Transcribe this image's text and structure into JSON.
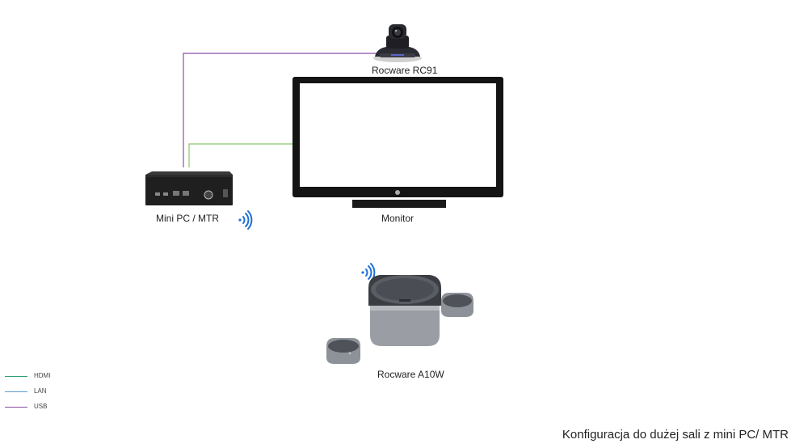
{
  "devices": {
    "camera": {
      "name": "Rocware RC91"
    },
    "monitor": {
      "name": "Monitor"
    },
    "minipc": {
      "name": "Mini PC / MTR"
    },
    "speaker": {
      "name": "Rocware A10W"
    }
  },
  "legend": [
    {
      "label": "HDMI",
      "color": "#2e9d6e"
    },
    {
      "label": "LAN",
      "color": "#5a9fd4"
    },
    {
      "label": "USB",
      "color": "#8a4fa3"
    }
  ],
  "connections": {
    "usb_color": "#8a4fa3",
    "hdmi_color": "#8cc56a"
  },
  "icons": {
    "wifi_color": "#1e6fd9"
  },
  "footer": "Konfiguracja do dużej sali z mini PC/ MTR"
}
